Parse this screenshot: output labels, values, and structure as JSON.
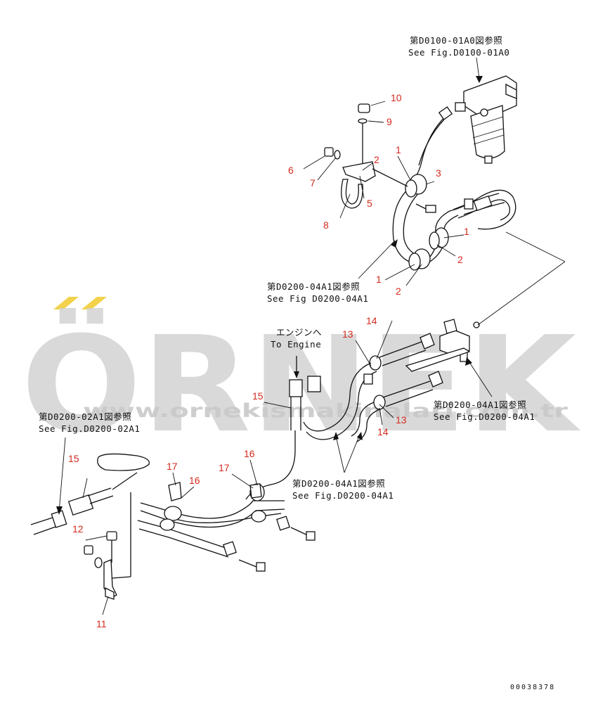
{
  "watermark": {
    "brand": "ÖRNEK",
    "url": "www.ornekismakinalari.com.tr",
    "accent_color": "#f2d24a",
    "text_color": "#d3d3d3"
  },
  "references": {
    "top_right": {
      "jp": "第D0100-01A0図参照",
      "en": "See Fig.D0100-01A0"
    },
    "middle": {
      "jp": "第D0200-04A1図参照",
      "en": "See Fig D0200-04A1"
    },
    "right": {
      "jp": "第D0200-04A1図参照",
      "en": "See Fig.D0200-04A1"
    },
    "left": {
      "jp": "第D0200-02A1図参照",
      "en": "See Fig.D0200-02A1"
    },
    "bottom_center": {
      "jp": "第D0200-04A1図参照",
      "en": "See Fig.D0200-04A1"
    },
    "engine": {
      "jp": "エンジンへ",
      "en": "To Engine"
    }
  },
  "callouts": [
    "10",
    "9",
    "6",
    "7",
    "2",
    "1",
    "3",
    "5",
    "8",
    "1",
    "2",
    "1",
    "2",
    "14",
    "13",
    "13",
    "14",
    "15",
    "16",
    "17",
    "17",
    "16",
    "15",
    "12",
    "11"
  ],
  "drawing_code": "00038378"
}
